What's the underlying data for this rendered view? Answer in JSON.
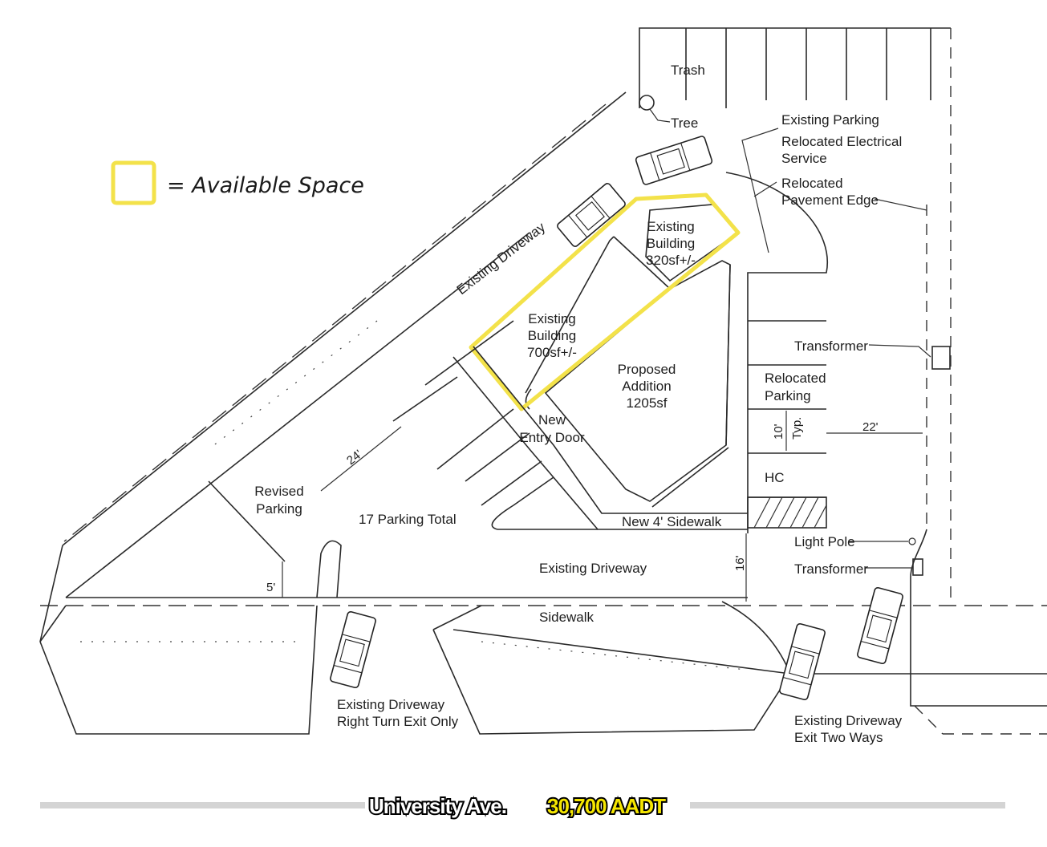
{
  "legend": {
    "label": "= Available Space",
    "swatch_color": "#f3e24a"
  },
  "highlight_color": "#f3e24a",
  "labels": {
    "trash": "Trash",
    "tree": "Tree",
    "existing_parking": "Existing  Parking",
    "relocated_electrical_1": "Relocated Electrical",
    "relocated_electrical_2": "Service",
    "relocated_pavement_1": "Relocated",
    "relocated_pavement_2": "Pavement Edge",
    "existing_driveway_diag": "Existing Driveway",
    "existing_building_small_1": "Existing",
    "existing_building_small_2": "Building",
    "existing_building_small_3": "320sf+/-",
    "existing_building_large_1": "Existing",
    "existing_building_large_2": "Building",
    "existing_building_large_3": "700sf+/-",
    "proposed_1": "Proposed",
    "proposed_2": "Addition",
    "proposed_3": "1205sf",
    "transformer_top": "Transformer",
    "relocated_parking_1": "Relocated",
    "relocated_parking_2": "Parking",
    "dim_10_1": "10'",
    "dim_10_2": "Typ.",
    "dim_22": "22'",
    "new_entry_1": "New",
    "new_entry_2": "Entry Door",
    "dim_24": "24'",
    "revised_parking_1": "Revised",
    "revised_parking_2": "Parking",
    "parking_total": "17 Parking Total",
    "hc": "HC",
    "new_sidewalk": "New 4' Sidewalk",
    "light_pole": "Light Pole",
    "transformer_bottom": "Transformer",
    "existing_driveway_bottom": "Existing Driveway",
    "dim_16": "16'",
    "dim_5": "5'",
    "sidewalk": "Sidewalk",
    "driveway_left_1": "Existing Driveway",
    "driveway_left_2": "Right Turn Exit Only",
    "driveway_right_1": "Existing Driveway",
    "driveway_right_2": "Exit Two Ways"
  },
  "street": {
    "name": "University Ave.",
    "traffic": "30,700 AADT"
  }
}
